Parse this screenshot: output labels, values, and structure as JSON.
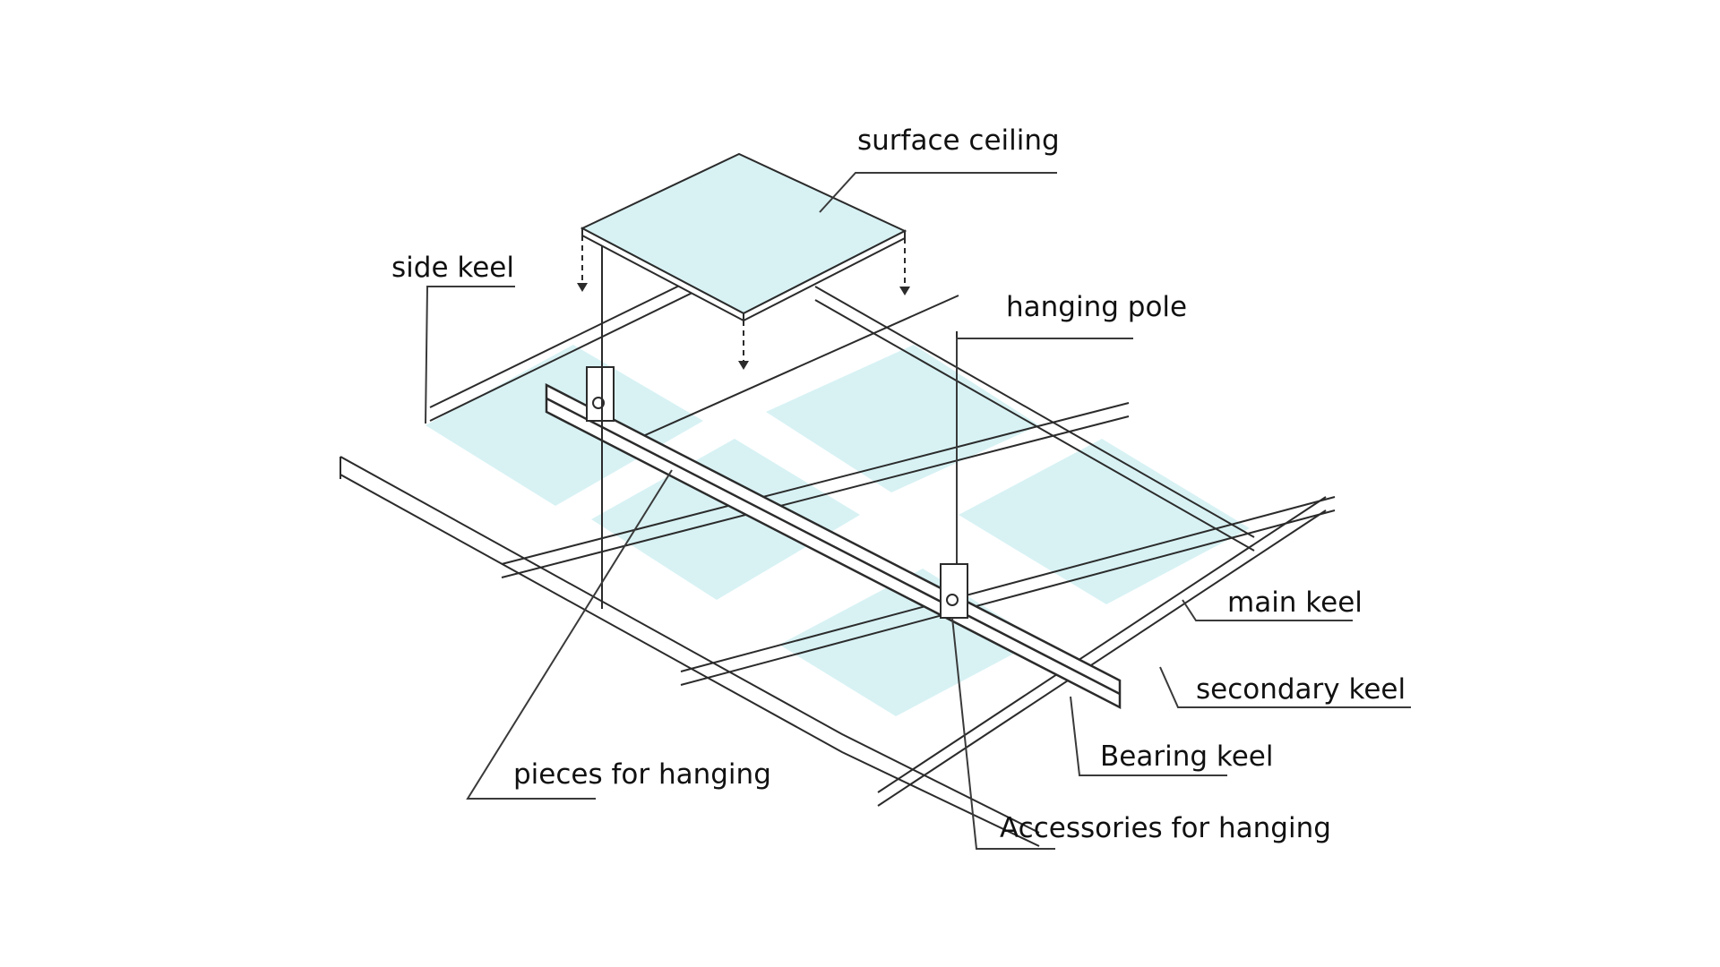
{
  "diagram": {
    "labels": {
      "surface_ceiling": "surface ceiling",
      "side_keel": "side keel",
      "hanging_pole": "hanging pole",
      "main_keel": "main keel",
      "secondary_keel": "secondary keel",
      "bearing_keel": "Bearing keel",
      "pieces_for_hanging": "pieces for hanging",
      "accessories_for_hanging": "Accessories for hanging"
    },
    "colors": {
      "background": "#ffffff",
      "panel_fill": "#d8f2f4",
      "line": "#2b2b2b",
      "text": "#111111"
    }
  }
}
